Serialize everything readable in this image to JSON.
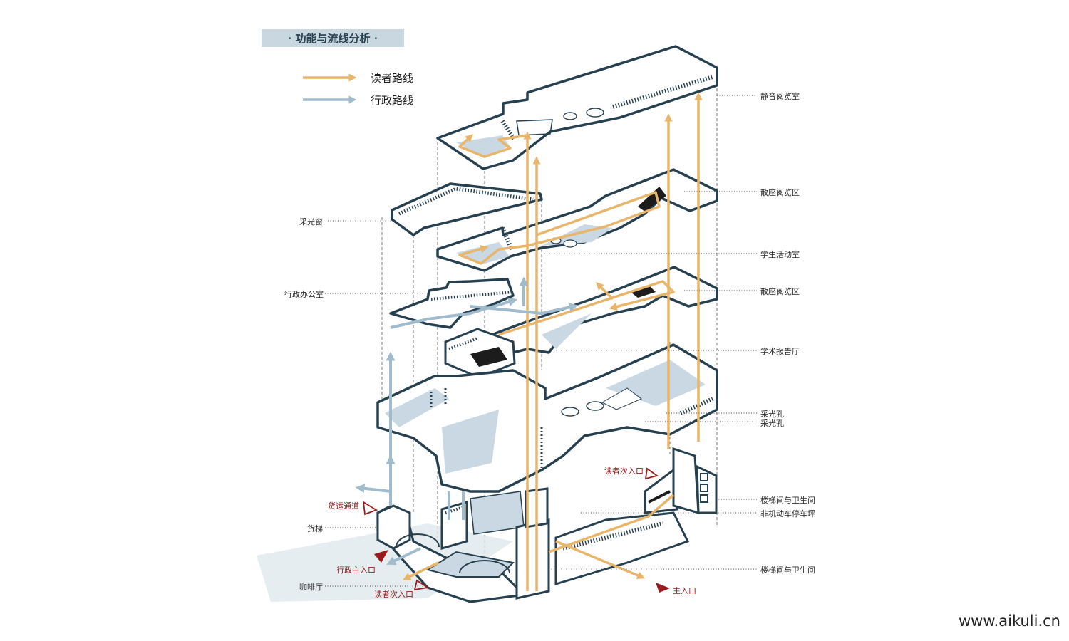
{
  "title": "· 功能与流线分析 ·",
  "legend": [
    {
      "label": "读者路线",
      "color": "#e8b56a"
    },
    {
      "label": "行政路线",
      "color": "#9fbbcc"
    }
  ],
  "colors": {
    "outline": "#27404f",
    "floor": "#ffffff",
    "shade": "#c9d8e2",
    "reader": "#e8b56a",
    "admin": "#9fbbcc",
    "entrance": "#9a1b1b"
  },
  "labels_right": [
    {
      "id": "quiet-reading-room",
      "text": "静音阅览室"
    },
    {
      "id": "open-reading-area-upper",
      "text": "散座阅览区"
    },
    {
      "id": "student-activity-room",
      "text": "学生活动室"
    },
    {
      "id": "open-reading-area-lower",
      "text": "散座阅览区"
    },
    {
      "id": "lecture-hall",
      "text": "学术报告厅"
    },
    {
      "id": "skylight-hole-1",
      "text": "采光孔"
    },
    {
      "id": "skylight-hole-2",
      "text": "采光孔"
    },
    {
      "id": "stair-wc-1",
      "text": "楼梯间与卫生间"
    },
    {
      "id": "bike-parking",
      "text": "非机动车停车坪"
    },
    {
      "id": "stair-wc-2",
      "text": "楼梯间与卫生间"
    }
  ],
  "labels_left": [
    {
      "id": "skylight-window",
      "text": "采光窗"
    },
    {
      "id": "admin-office",
      "text": "行政办公室"
    },
    {
      "id": "freight-elevator",
      "text": "货梯"
    },
    {
      "id": "cafe",
      "text": "咖啡厅"
    }
  ],
  "entrances": [
    {
      "id": "freight-passage",
      "text": "货运通道"
    },
    {
      "id": "admin-main-entrance",
      "text": "行政主入口"
    },
    {
      "id": "reader-secondary-entrance-left",
      "text": "读者次入口"
    },
    {
      "id": "main-entrance",
      "text": "主入口"
    },
    {
      "id": "reader-secondary-entrance-right",
      "text": "读者次入口"
    }
  ],
  "watermark": "www.aikuli.cn"
}
